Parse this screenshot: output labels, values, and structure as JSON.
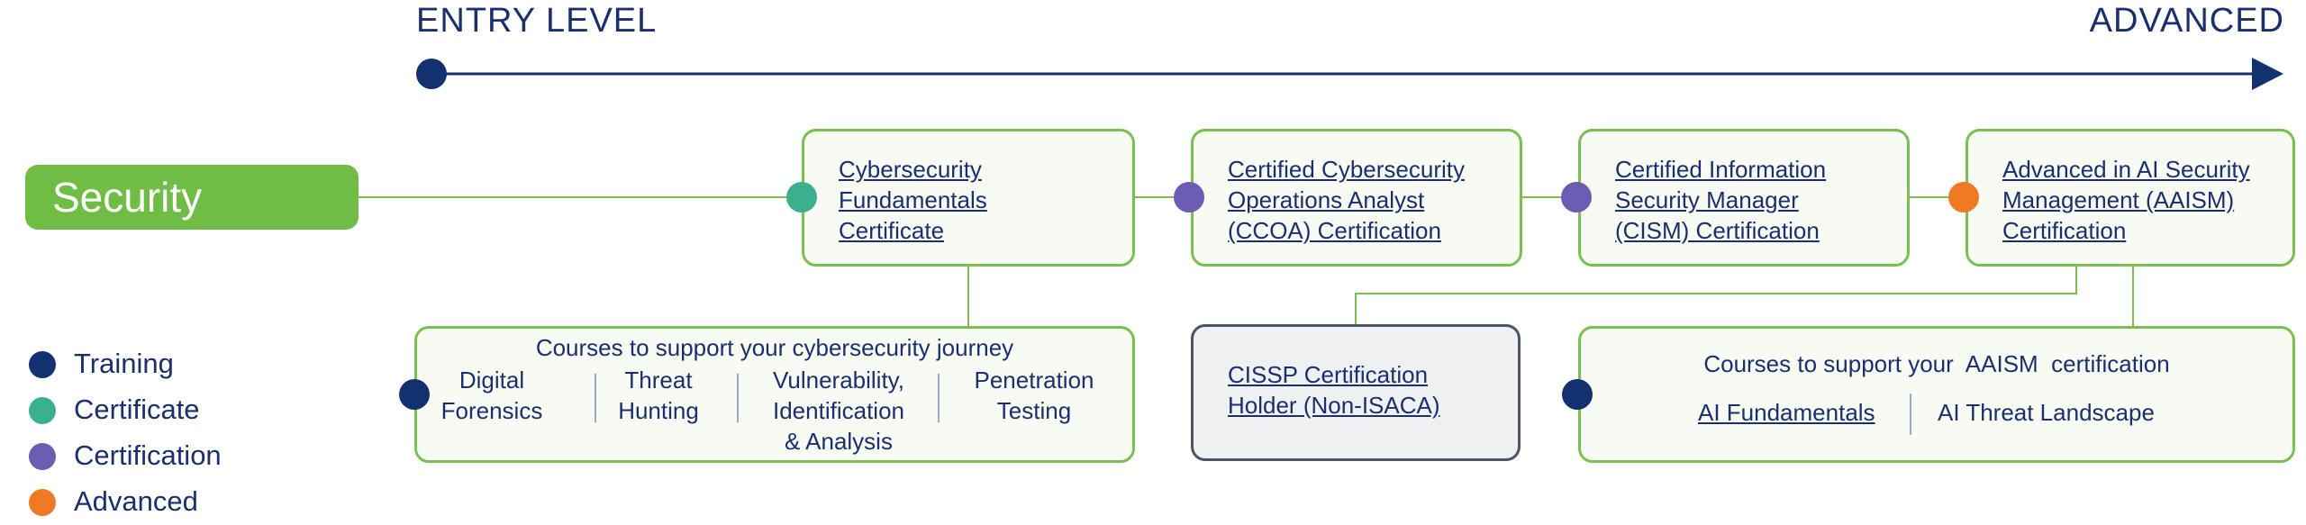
{
  "header": {
    "entry_label": "ENTRY LEVEL",
    "advanced_label": "ADVANCED"
  },
  "domain_label": "Security",
  "certifications": [
    {
      "lines": [
        "Cybersecurity",
        "Fundamentals",
        "Certificate"
      ],
      "dot": "certificate"
    },
    {
      "lines": [
        "Certified Cybersecurity",
        "Operations Analyst",
        "(CCOA) Certification"
      ],
      "dot": "certification"
    },
    {
      "lines": [
        "Certified Information",
        "Security Manager",
        "(CISM) Certification"
      ],
      "dot": "certification"
    },
    {
      "lines": [
        "Advanced in AI Security",
        "Management (AAISM)",
        "Certification"
      ],
      "dot": "advanced"
    }
  ],
  "courses_cyber": {
    "title": "Courses to support your cybersecurity journey",
    "items": [
      {
        "lines": [
          "Digital",
          "Forensics"
        ]
      },
      {
        "lines": [
          "Threat",
          "Hunting"
        ]
      },
      {
        "lines": [
          "Vulnerability,",
          "Identification",
          "& Analysis"
        ]
      },
      {
        "lines": [
          "Penetration",
          "Testing"
        ]
      }
    ]
  },
  "cissp": {
    "lines": [
      "CISSP Certification",
      "Holder (Non-ISACA)"
    ]
  },
  "courses_aaism": {
    "title": "Courses to support your  AAISM  certification",
    "items": [
      "AI Fundamentals",
      "AI Threat Landscape"
    ]
  },
  "legend": [
    {
      "label": "Training",
      "color": "#13306f"
    },
    {
      "label": "Certificate",
      "color": "#3bb08e"
    },
    {
      "label": "Certification",
      "color": "#6a5db2"
    },
    {
      "label": "Advanced",
      "color": "#f07a24"
    }
  ],
  "colors": {
    "navy": "#13306f",
    "green": "#7ac04e",
    "teal": "#3bb08e",
    "purple": "#6a5db2",
    "orange": "#f07a24"
  }
}
